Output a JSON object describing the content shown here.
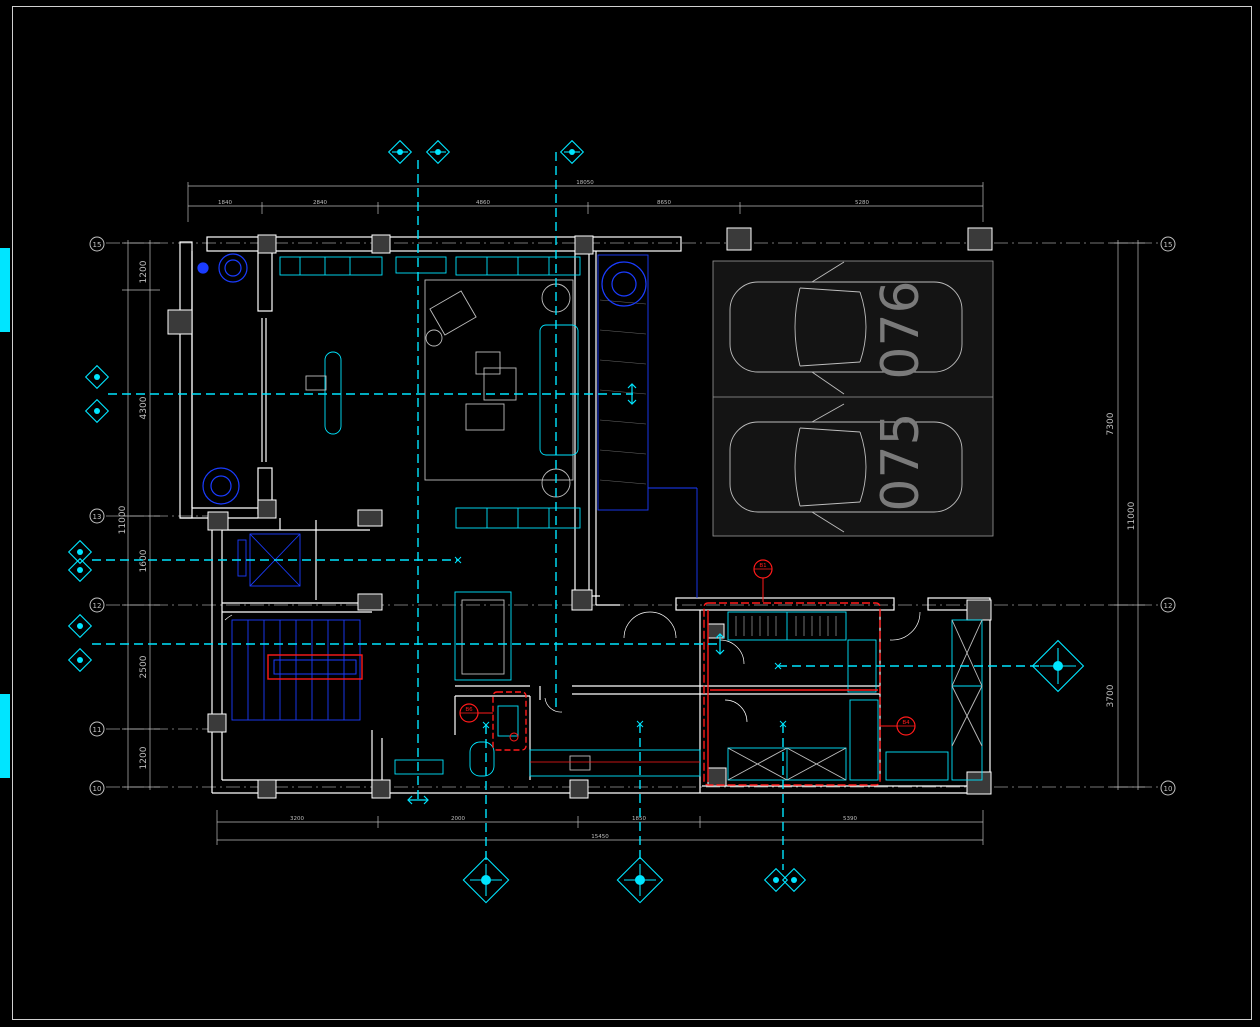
{
  "drawing": {
    "colors": {
      "background": "#000000",
      "wall": "#ffffff",
      "furniture": "#00e5ff",
      "grid_line": "#9a9a9a",
      "marker": "#00e5ff",
      "highlight": "#ff1a1a",
      "blue": "#1a3cff",
      "label_text": "#7a7a7a"
    },
    "grid_labels": {
      "left": [
        "15",
        "13",
        "12",
        "11",
        "10"
      ],
      "right": [
        "15",
        "12",
        "10"
      ]
    },
    "top_dimensions": {
      "overall": "18050",
      "segments": [
        "1840",
        "2840",
        "4860",
        "8650",
        "5280"
      ]
    },
    "bottom_dimensions": {
      "overall": "15450",
      "segments": [
        "3200",
        "2000",
        "1850",
        "5390"
      ]
    },
    "left_dimensions": {
      "overall": "11000",
      "segments": [
        "1200",
        "4300",
        "1600",
        "2500",
        "1200"
      ]
    },
    "right_dimensions": {
      "overall": "11000",
      "segments": [
        "7300",
        "3700"
      ]
    },
    "parking_labels": [
      "076",
      "075"
    ],
    "tags": [
      "B1",
      "B6",
      "B4"
    ]
  }
}
